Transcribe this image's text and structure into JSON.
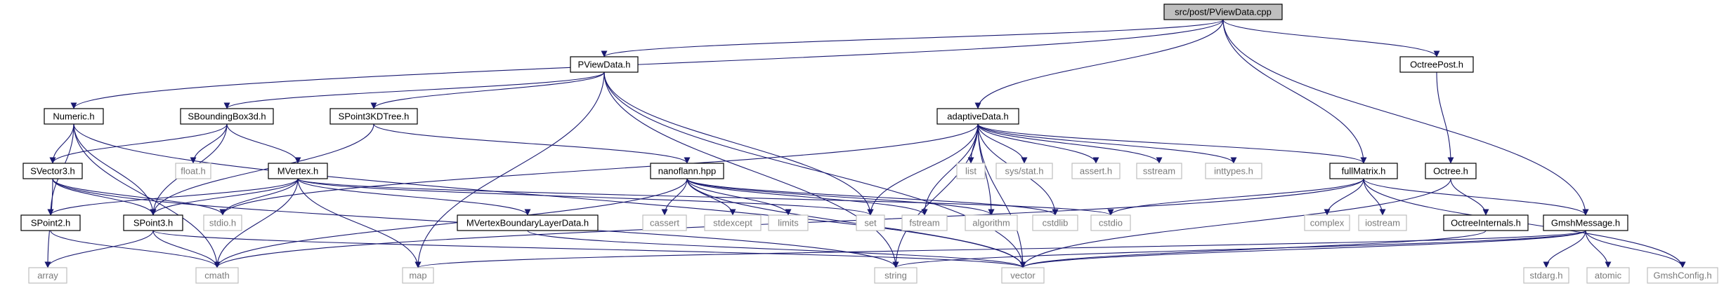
{
  "colors": {
    "edge": "#191970",
    "root_fill": "#bfbfbf",
    "root_stroke": "#000000",
    "file_fill": "#ffffff",
    "file_stroke": "#000000",
    "system_fill": "#ffffff",
    "system_stroke": "#bfbfbf",
    "label": "#000000",
    "system_label": "#7a7a7a"
  },
  "nodes": [
    {
      "id": "root",
      "label": "src/post/PViewData.cpp",
      "kind": "root"
    },
    {
      "id": "pviewdata",
      "label": "PViewData.h",
      "kind": "file"
    },
    {
      "id": "octreepost",
      "label": "OctreePost.h",
      "kind": "file"
    },
    {
      "id": "numeric",
      "label": "Numeric.h",
      "kind": "file"
    },
    {
      "id": "sbbox",
      "label": "SBoundingBox3d.h",
      "kind": "file"
    },
    {
      "id": "skd",
      "label": "SPoint3KDTree.h",
      "kind": "file"
    },
    {
      "id": "adaptive",
      "label": "adaptiveData.h",
      "kind": "file"
    },
    {
      "id": "svector3",
      "label": "SVector3.h",
      "kind": "file"
    },
    {
      "id": "floath",
      "label": "float.h",
      "kind": "system"
    },
    {
      "id": "mvertex",
      "label": "MVertex.h",
      "kind": "file"
    },
    {
      "id": "nanoflann",
      "label": "nanoflann.hpp",
      "kind": "file"
    },
    {
      "id": "list",
      "label": "list",
      "kind": "system"
    },
    {
      "id": "sysstat",
      "label": "sys/stat.h",
      "kind": "system"
    },
    {
      "id": "asserth",
      "label": "assert.h",
      "kind": "system"
    },
    {
      "id": "sstream",
      "label": "sstream",
      "kind": "system"
    },
    {
      "id": "inttypes",
      "label": "inttypes.h",
      "kind": "system"
    },
    {
      "id": "fullmatrix",
      "label": "fullMatrix.h",
      "kind": "file"
    },
    {
      "id": "octree",
      "label": "Octree.h",
      "kind": "file"
    },
    {
      "id": "spoint2",
      "label": "SPoint2.h",
      "kind": "file"
    },
    {
      "id": "spoint3",
      "label": "SPoint3.h",
      "kind": "file"
    },
    {
      "id": "stdioh",
      "label": "stdio.h",
      "kind": "system"
    },
    {
      "id": "set",
      "label": "set",
      "kind": "system"
    },
    {
      "id": "mvblayer",
      "label": "MVertexBoundaryLayerData.h",
      "kind": "file"
    },
    {
      "id": "cassert",
      "label": "cassert",
      "kind": "system"
    },
    {
      "id": "stdexcept",
      "label": "stdexcept",
      "kind": "system"
    },
    {
      "id": "limits",
      "label": "limits",
      "kind": "system"
    },
    {
      "id": "fstream",
      "label": "fstream",
      "kind": "system"
    },
    {
      "id": "algorithm",
      "label": "algorithm",
      "kind": "system"
    },
    {
      "id": "cstdlib",
      "label": "cstdlib",
      "kind": "system"
    },
    {
      "id": "cstdio",
      "label": "cstdio",
      "kind": "system"
    },
    {
      "id": "complex",
      "label": "complex",
      "kind": "system"
    },
    {
      "id": "iostream",
      "label": "iostream",
      "kind": "system"
    },
    {
      "id": "octreeint",
      "label": "OctreeInternals.h",
      "kind": "file"
    },
    {
      "id": "gmshmsg",
      "label": "GmshMessage.h",
      "kind": "file"
    },
    {
      "id": "array",
      "label": "array",
      "kind": "system"
    },
    {
      "id": "cmath",
      "label": "cmath",
      "kind": "system"
    },
    {
      "id": "map",
      "label": "map",
      "kind": "system"
    },
    {
      "id": "string",
      "label": "string",
      "kind": "system"
    },
    {
      "id": "vector",
      "label": "vector",
      "kind": "system"
    },
    {
      "id": "stdargh",
      "label": "stdarg.h",
      "kind": "system"
    },
    {
      "id": "atomic",
      "label": "atomic",
      "kind": "system"
    },
    {
      "id": "gmshconfig",
      "label": "GmshConfig.h",
      "kind": "system"
    }
  ],
  "edges": [
    [
      "root",
      "pviewdata"
    ],
    [
      "root",
      "octreepost"
    ],
    [
      "root",
      "numeric"
    ],
    [
      "root",
      "adaptive"
    ],
    [
      "root",
      "fullmatrix"
    ],
    [
      "root",
      "gmshmsg"
    ],
    [
      "pviewdata",
      "sbbox"
    ],
    [
      "pviewdata",
      "skd"
    ],
    [
      "pviewdata",
      "map"
    ],
    [
      "pviewdata",
      "string"
    ],
    [
      "pviewdata",
      "set"
    ],
    [
      "pviewdata",
      "vector"
    ],
    [
      "octreepost",
      "octree"
    ],
    [
      "numeric",
      "svector3"
    ],
    [
      "numeric",
      "spoint2"
    ],
    [
      "numeric",
      "spoint3"
    ],
    [
      "numeric",
      "cmath"
    ],
    [
      "numeric",
      "vector"
    ],
    [
      "sbbox",
      "svector3"
    ],
    [
      "sbbox",
      "spoint3"
    ],
    [
      "sbbox",
      "floath"
    ],
    [
      "sbbox",
      "mvertex"
    ],
    [
      "skd",
      "spoint3"
    ],
    [
      "skd",
      "nanoflann"
    ],
    [
      "adaptive",
      "list"
    ],
    [
      "adaptive",
      "sysstat"
    ],
    [
      "adaptive",
      "asserth"
    ],
    [
      "adaptive",
      "sstream"
    ],
    [
      "adaptive",
      "inttypes"
    ],
    [
      "adaptive",
      "fullmatrix"
    ],
    [
      "adaptive",
      "stdioh"
    ],
    [
      "adaptive",
      "set"
    ],
    [
      "adaptive",
      "fstream"
    ],
    [
      "adaptive",
      "algorithm"
    ],
    [
      "adaptive",
      "cstdlib"
    ],
    [
      "adaptive",
      "string"
    ],
    [
      "adaptive",
      "vector"
    ],
    [
      "svector3",
      "spoint3"
    ],
    [
      "svector3",
      "stdioh"
    ],
    [
      "svector3",
      "array"
    ],
    [
      "svector3",
      "string"
    ],
    [
      "mvertex",
      "spoint2"
    ],
    [
      "mvertex",
      "spoint3"
    ],
    [
      "mvertex",
      "stdioh"
    ],
    [
      "mvertex",
      "set"
    ],
    [
      "mvertex",
      "mvblayer"
    ],
    [
      "mvertex",
      "cmath"
    ],
    [
      "mvertex",
      "map"
    ],
    [
      "mvertex",
      "cstdio"
    ],
    [
      "nanoflann",
      "cassert"
    ],
    [
      "nanoflann",
      "stdexcept"
    ],
    [
      "nanoflann",
      "limits"
    ],
    [
      "nanoflann",
      "fstream"
    ],
    [
      "nanoflann",
      "algorithm"
    ],
    [
      "nanoflann",
      "cstdlib"
    ],
    [
      "nanoflann",
      "cmath"
    ],
    [
      "nanoflann",
      "vector"
    ],
    [
      "fullmatrix",
      "complex"
    ],
    [
      "fullmatrix",
      "iostream"
    ],
    [
      "fullmatrix",
      "cstdio"
    ],
    [
      "fullmatrix",
      "gmshmsg"
    ],
    [
      "fullmatrix",
      "gmshconfig"
    ],
    [
      "fullmatrix",
      "cmath"
    ],
    [
      "octree",
      "octreeint"
    ],
    [
      "octree",
      "vector"
    ],
    [
      "spoint2",
      "cmath"
    ],
    [
      "spoint3",
      "array"
    ],
    [
      "spoint3",
      "cmath"
    ],
    [
      "spoint3",
      "vector"
    ],
    [
      "mvblayer",
      "vector"
    ],
    [
      "octreeint",
      "vector"
    ],
    [
      "gmshmsg",
      "map"
    ],
    [
      "gmshmsg",
      "string"
    ],
    [
      "gmshmsg",
      "vector"
    ],
    [
      "gmshmsg",
      "stdargh"
    ],
    [
      "gmshmsg",
      "atomic"
    ],
    [
      "gmshmsg",
      "gmshconfig"
    ]
  ]
}
